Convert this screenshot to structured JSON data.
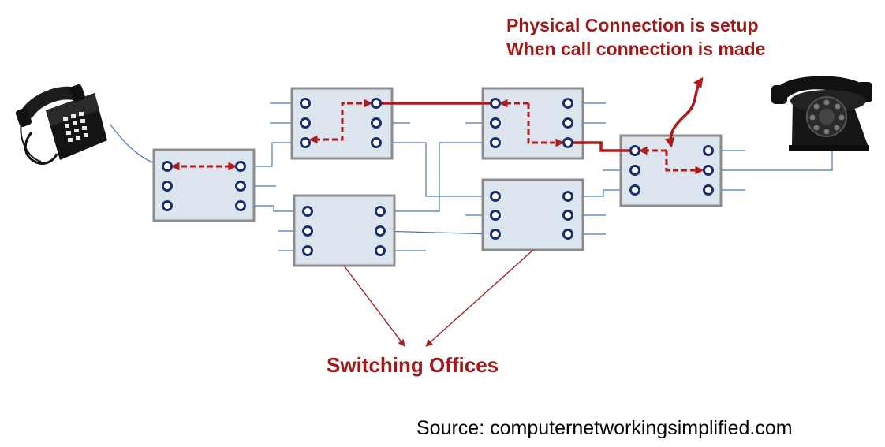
{
  "annotation": {
    "line1": "Physical Connection is setup",
    "line2": "When call connection is made"
  },
  "switching_label": "Switching Offices",
  "source": "Source: computernetworkingsimplified.com",
  "colors": {
    "box_fill": "#dce4ee",
    "box_border": "#8c8c8c",
    "port": "#1a2e6e",
    "wire": "#4a7ab8",
    "circuit": "#b01a1a",
    "text_red": "#a01818"
  },
  "icons": {
    "left_phone": "desk-telephone-icon",
    "right_phone": "rotary-telephone-icon"
  }
}
